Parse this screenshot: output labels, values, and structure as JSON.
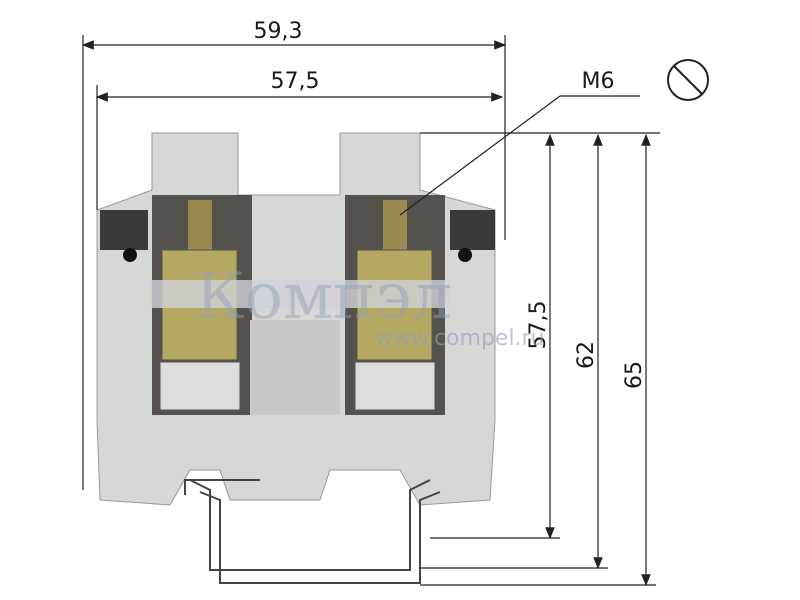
{
  "drawing": {
    "width_outer": "59,3",
    "width_inner": "57,5",
    "screw_label": "M6",
    "height_body": "57,5",
    "height_rail": "62",
    "height_total": "65",
    "tool_icon": "slotted-screwdriver-icon"
  },
  "watermark": {
    "brand": "Компэл",
    "url": "www.compel.ru"
  },
  "colors": {
    "body": "#d4d6d4",
    "dark": "#4a4844",
    "metal": "#b8a860",
    "line": "#222222"
  }
}
